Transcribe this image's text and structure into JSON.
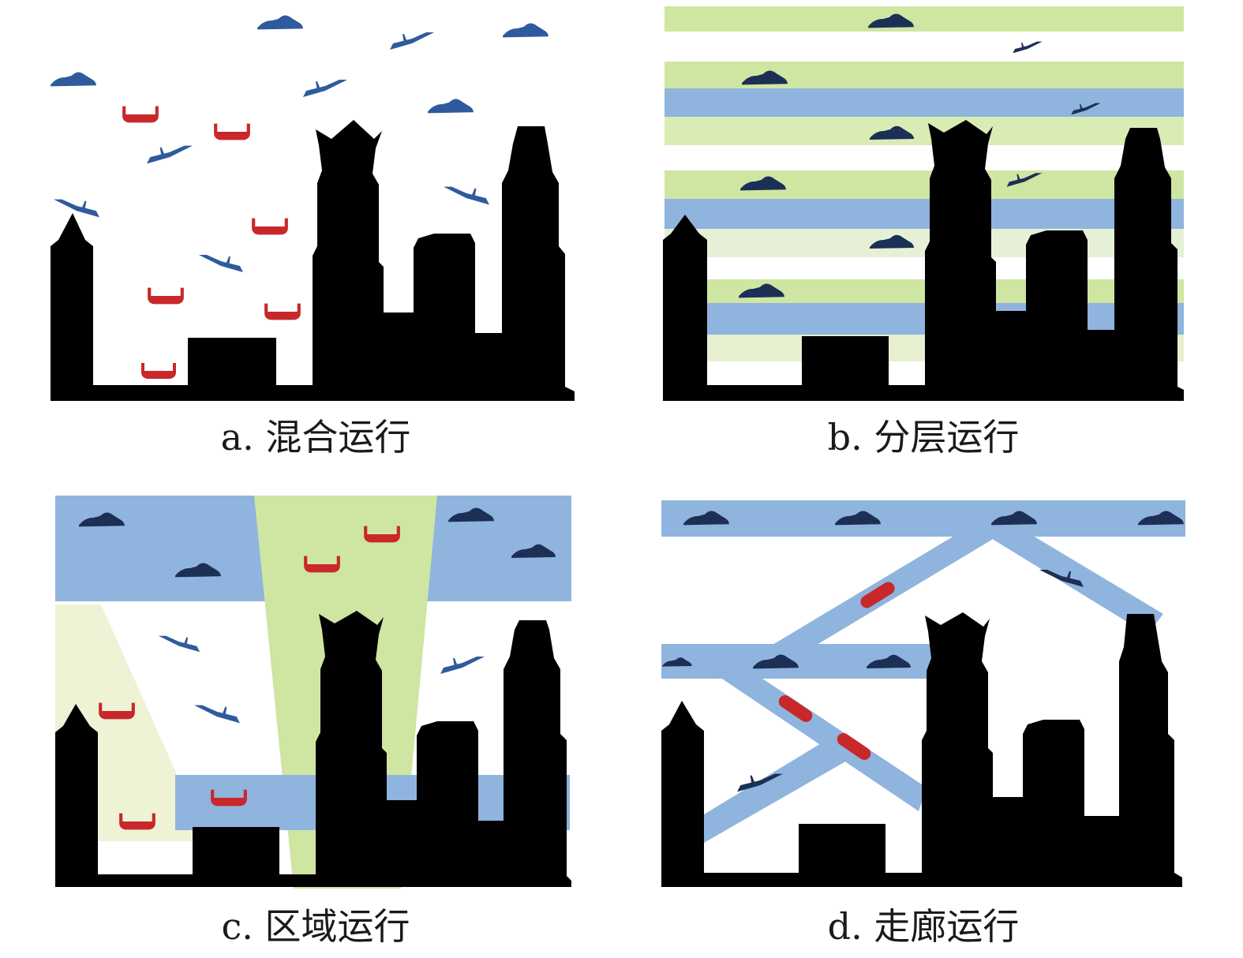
{
  "panels": [
    {
      "id": "a",
      "caption": "a. 混合运行"
    },
    {
      "id": "b",
      "caption": "b. 分层运行"
    },
    {
      "id": "c",
      "caption": "c. 区域运行"
    },
    {
      "id": "d",
      "caption": "d. 走廊运行"
    }
  ],
  "colors": {
    "building": "#000000",
    "fixed_wing": "#2f5a9e",
    "fixed_wing_dark": "#1c2f55",
    "multirotor": "#c8282a",
    "lane_blue": "#8fb4de",
    "lane_green": "#cfe6a2",
    "zone_pale": "#eef3d6"
  }
}
